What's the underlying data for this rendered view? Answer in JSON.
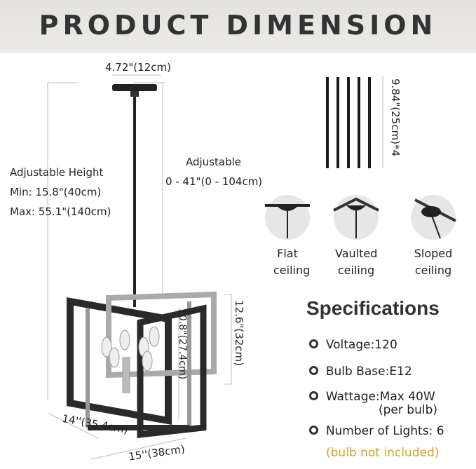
{
  "header": {
    "title": "PRODUCT DIMENSION"
  },
  "dimensions": {
    "canopy": "4.72\"(12cm)",
    "adjustable_height_label": "Adjustable Height",
    "min": "Min: 15.8\"(40cm)",
    "max": "Max: 55.1\"(140cm)",
    "adjustable_label": "Adjustable",
    "adjustable_range": "0 - 41\"(0 - 104cm)",
    "rods": "9.84\"(25cm)*4",
    "body_height": "12.6\"(32cm)",
    "inner_height": "10.8\"(27.4cm)",
    "depth": "14''(35.4cm)",
    "width": "15''(38cm)"
  },
  "ceilings": [
    {
      "line1": "Flat",
      "line2": "ceiling"
    },
    {
      "line1": "Vaulted",
      "line2": "ceiling"
    },
    {
      "line1": "Sloped",
      "line2": "ceiling"
    }
  ],
  "specifications": {
    "title": "Specifications",
    "items": [
      "Voltage:120",
      "Bulb Base:E12",
      "Wattage:Max 40W",
      "Number of Lights: 6"
    ],
    "wattage_note": "(per bulb)",
    "bulb_note": "(bulb not included)",
    "note_color": "#d4a028"
  }
}
